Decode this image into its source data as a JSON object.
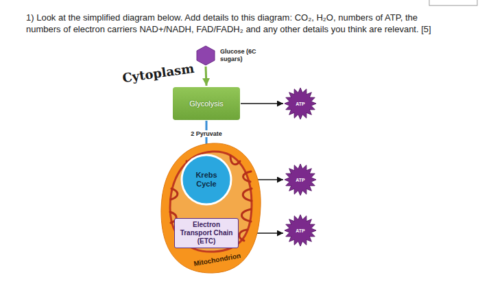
{
  "diagram": {
    "title": "1) Look at the simplified diagram below. Add details to this diagram: CO₂, H₂O, numbers of ATP, the numbers of electron carriers NAD+/NADH, FAD/FADH₂ and any other details you think are relevant. [5]",
    "nodes": [
      {
        "text": [
          "Glucose (6C sugars)"
        ]
      },
      {
        "text": [
          "Glycolysis"
        ]
      },
      {
        "text": [
          "ATP"
        ]
      },
      {
        "text": [
          "Mitochondrion"
        ]
      },
      {
        "text": [
          "Krebs Cycle"
        ],
        "in": 3
      },
      {
        "text": [
          "ATP"
        ]
      },
      {
        "text": [
          "Electron Transport Chain (ETC)"
        ],
        "in": 3
      },
      {
        "text": [
          "ATP"
        ]
      }
    ],
    "edges": [
      {
        "from": 0,
        "to": 1,
        "arrow": "to"
      },
      {
        "from": 1,
        "to": 4,
        "label": "2 Pyruvate",
        "arrow": "to"
      },
      {
        "from": 1,
        "to": 2,
        "arrow": "to"
      },
      {
        "from": 4,
        "to": 5,
        "arrow": "to"
      },
      {
        "from": 6,
        "to": 7,
        "arrow": "to"
      }
    ],
    "labels": [
      "Cytoplasm"
    ]
  }
}
